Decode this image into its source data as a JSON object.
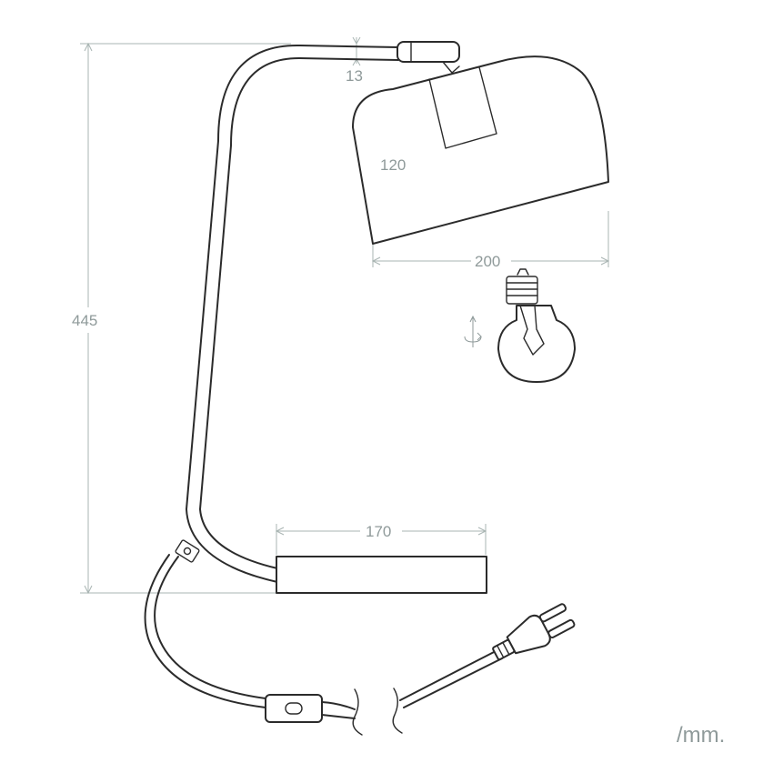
{
  "dimensions": {
    "height_total": "445",
    "arm_gap": "13",
    "shade_height": "120",
    "shade_width": "200",
    "base_width": "170"
  },
  "unit_label": "/mm.",
  "colors": {
    "outline": "#2b2b2b",
    "dimension": "#8f9a9a",
    "dimension_line": "#a9b5b3",
    "background": "#ffffff"
  }
}
